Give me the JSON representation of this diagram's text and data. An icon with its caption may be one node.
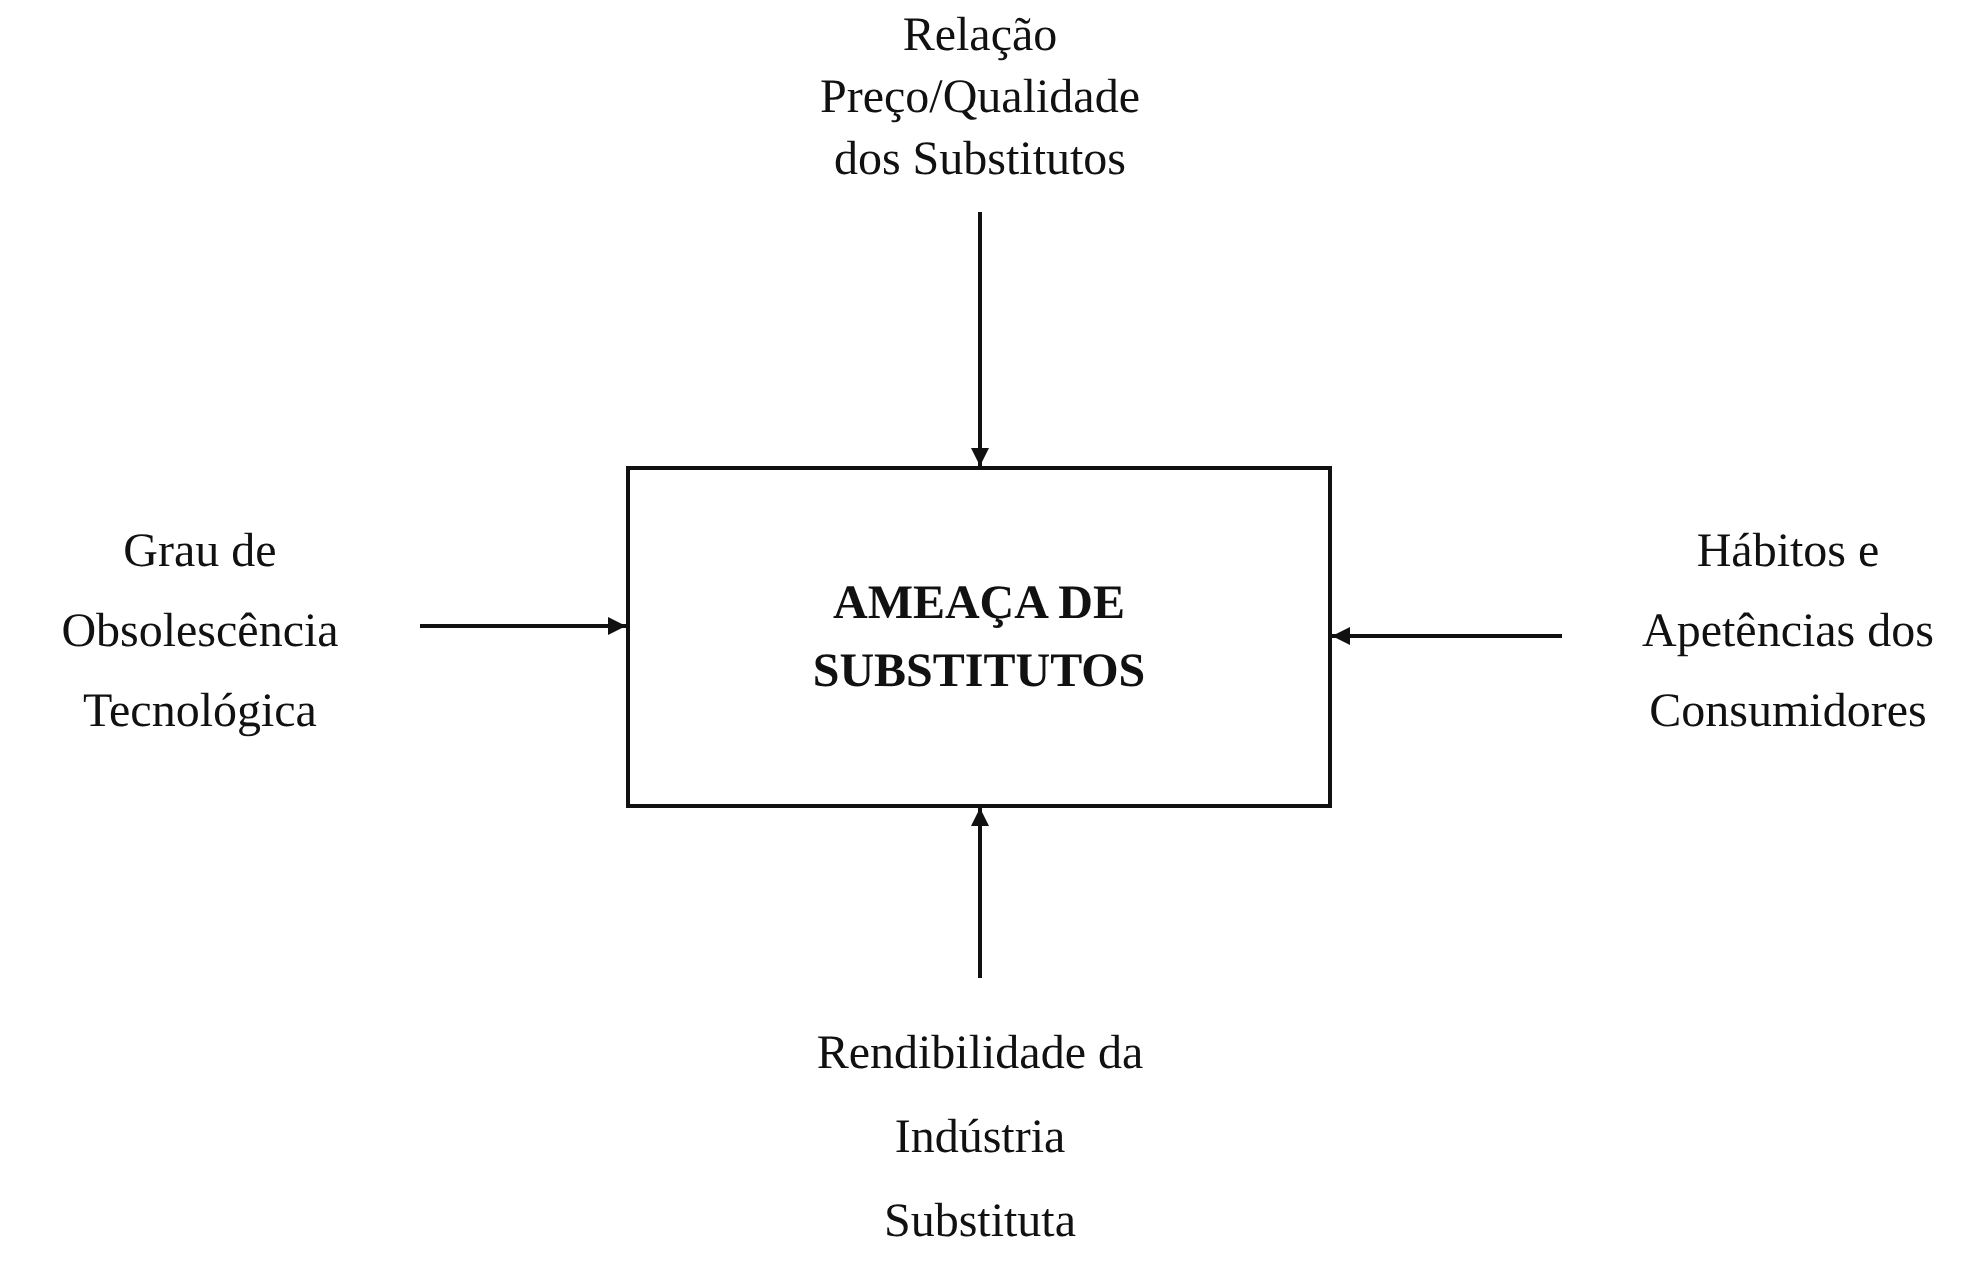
{
  "diagram": {
    "nodes": [
      {
        "text": [
          "AMEAÇA DE SUBSTITUTOS"
        ]
      },
      {
        "text": [
          "Relação Preço/Qualidade dos Substitutos"
        ]
      },
      {
        "text": [
          "Grau de Obsolescência Tecnológica"
        ]
      },
      {
        "text": [
          "Hábitos e Apetências dos Consumidores"
        ]
      },
      {
        "text": [
          "Rendibilidade da Indústria Substituta"
        ]
      }
    ],
    "edges": [
      {
        "from": 1,
        "to": 0,
        "arrow": "to"
      },
      {
        "from": 2,
        "to": 0,
        "arrow": "to"
      },
      {
        "from": 3,
        "to": 0,
        "arrow": "to"
      },
      {
        "from": 4,
        "to": 0,
        "arrow": "to"
      }
    ]
  }
}
